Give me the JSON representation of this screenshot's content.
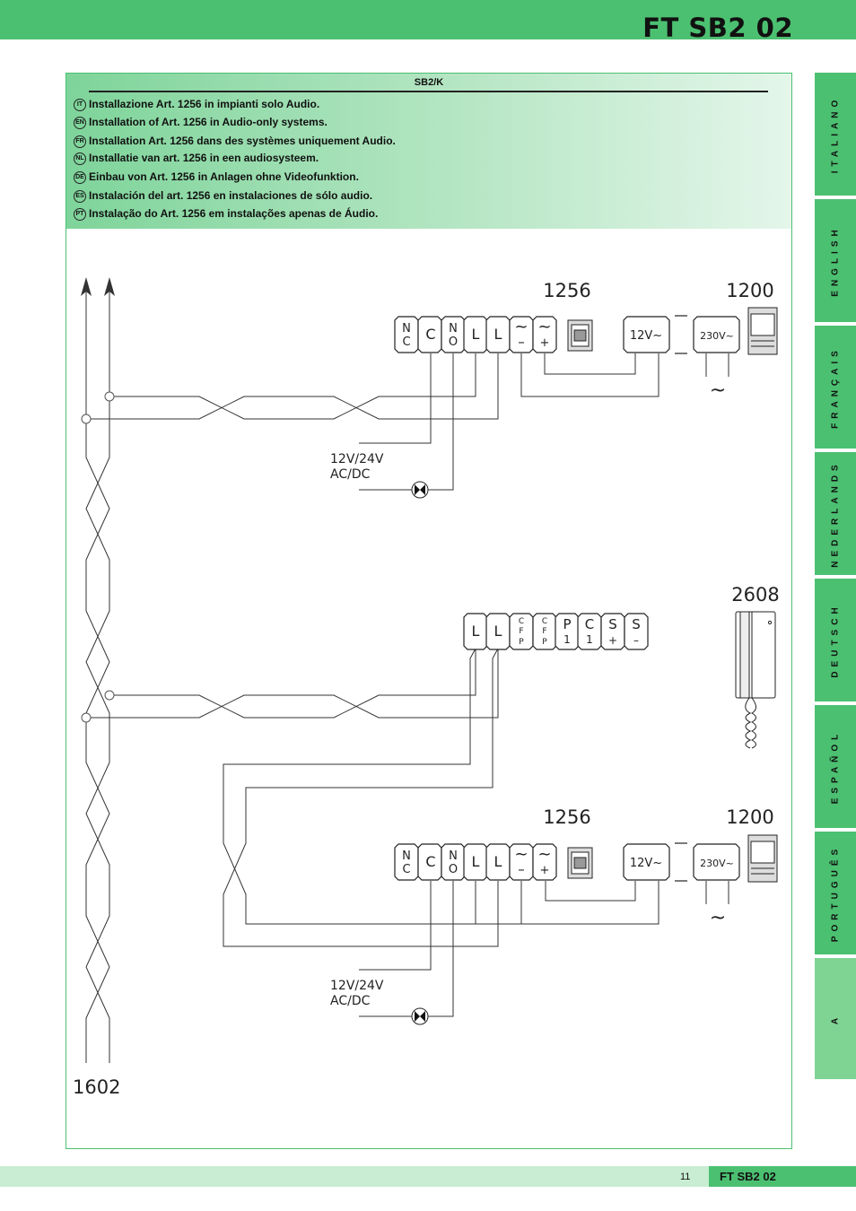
{
  "header": {
    "title": "FT SB2 02"
  },
  "panel": {
    "label": "SB2/K",
    "languages": [
      {
        "code": "IT",
        "text": "Installazione Art. 1256 in impianti solo Audio."
      },
      {
        "code": "EN",
        "text": "Installation of Art. 1256 in Audio-only systems."
      },
      {
        "code": "FR",
        "text": "Installation Art. 1256  dans des systèmes uniquement Audio."
      },
      {
        "code": "NL",
        "text": "Installatie van art. 1256 in een audiosysteem."
      },
      {
        "code": "DE",
        "text": "Einbau von Art. 1256 in Anlagen ohne Videofunktion."
      },
      {
        "code": "ES",
        "text": "Instalación del art. 1256 en instalaciones de sólo audio."
      },
      {
        "code": "PT",
        "text": "Instalação do Art. 1256  em instalações apenas de Áudio."
      }
    ]
  },
  "diagram": {
    "riser_label": "1602",
    "top": {
      "module_label": "1256",
      "psu_label": "1200",
      "terminals": [
        "N C",
        "C",
        "N O",
        "L",
        "L",
        "~ –",
        "~ +"
      ],
      "psu_out": "12V~",
      "psu_in": "230V~",
      "lock_supply_line1": "12V/24V",
      "lock_supply_line2": "AC/DC",
      "mains_symbol": "~"
    },
    "handset": {
      "label": "2608",
      "terminals": [
        "L",
        "L",
        "C F P",
        "C F P",
        "P 1",
        "C 1",
        "S +",
        "S –"
      ]
    },
    "bottom": {
      "module_label": "1256",
      "psu_label": "1200",
      "terminals": [
        "N C",
        "C",
        "N O",
        "L",
        "L",
        "~ –",
        "~ +"
      ],
      "psu_out": "12V~",
      "psu_in": "230V~",
      "lock_supply_line1": "12V/24V",
      "lock_supply_line2": "AC/DC",
      "mains_symbol": "~"
    }
  },
  "sidebar": {
    "tabs": [
      {
        "label": "ITALIANO"
      },
      {
        "label": "ENGLISH"
      },
      {
        "label": "FRANÇAIS"
      },
      {
        "label": "NEDERLANDS"
      },
      {
        "label": "DEUTSCH"
      },
      {
        "label": "ESPAÑOL"
      },
      {
        "label": "PORTUGUÊS"
      },
      {
        "label": "A"
      }
    ]
  },
  "footer": {
    "page_number": "11",
    "title": "FT SB2 02"
  }
}
